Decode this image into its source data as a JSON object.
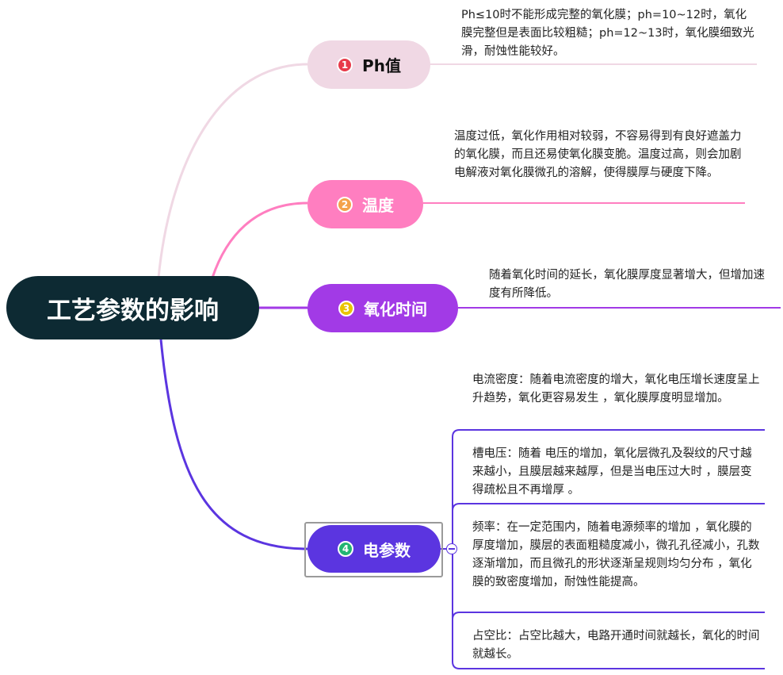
{
  "root": {
    "label": "工艺参数的影响"
  },
  "branches": [
    {
      "number": "1",
      "label": "Ph值",
      "color": "#f0d8e4",
      "badge_color": "#e83a4a",
      "notes": [
        "Ph≤10时不能形成完整的氧化膜；ph=10~12时，氧化膜完整但是表面比较粗糙；ph=12~13时，氧化膜细致光滑，耐蚀性能较好。"
      ]
    },
    {
      "number": "2",
      "label": "温度",
      "color": "#ff7ec0",
      "badge_color": "#f4a24a",
      "notes": [
        "温度过低，氧化作用相对较弱，不容易得到有良好遮盖力的氧化膜，而且还易使氧化膜变脆。温度过高，则会加剧电解液对氧化膜微孔的溶解，使得膜厚与硬度下降。"
      ]
    },
    {
      "number": "3",
      "label": "氧化时间",
      "color": "#a23ae6",
      "badge_color": "#e9c400",
      "notes": [
        "随着氧化时间的延长，氧化膜厚度显著增大，但增加速度有所降低。"
      ]
    },
    {
      "number": "4",
      "label": "电参数",
      "color": "#5b35e0",
      "badge_color": "#22b573",
      "notes": [
        "电流密度：随着电流密度的增大，氧化电压增长速度呈上升趋势，氧化更容易发生 ，氧化膜厚度明显增加。",
        "槽电压：随着 电压的增加，氧化层微孔及裂纹的尺寸越来越小，且膜层越来越厚，但是当电压过大时 ，膜层变得疏松且不再增厚 。",
        "频率：在一定范围内，随着电源频率的增加 ，氧化膜的厚度增加，膜层的表面粗糙度减小，微孔孔径减小，孔数逐渐增加，而且微孔的形状逐渐呈规则均匀分布 ，氧化膜的致密度增加，耐蚀性能提高。",
        "占空比：占空比越大，电路开通时间就越长，氧化的时间就越长。"
      ]
    }
  ]
}
